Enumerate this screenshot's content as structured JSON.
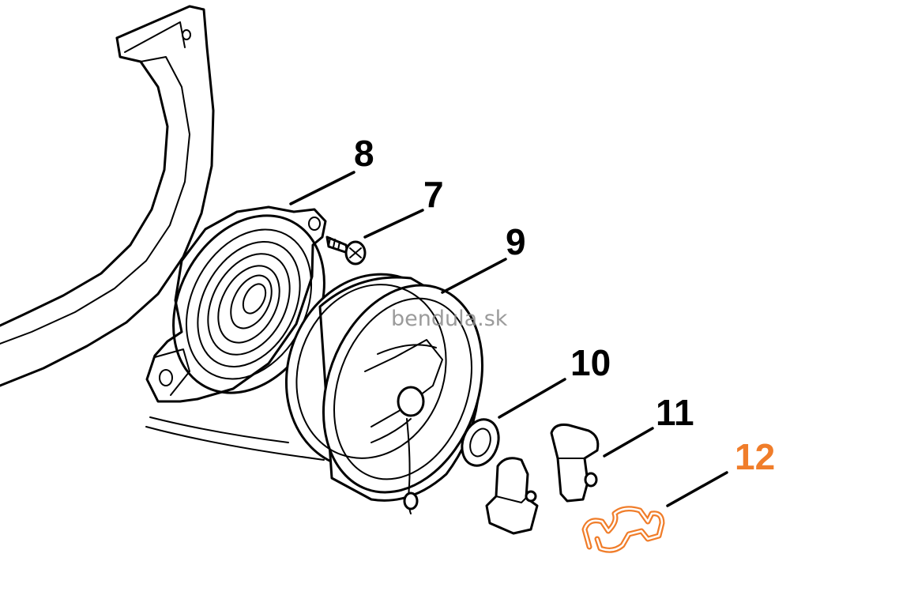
{
  "diagram": {
    "watermark": "bendula.sk",
    "highlight_color": "#f07d2a",
    "ink_color": "#000000",
    "parts": [
      {
        "id": "8",
        "label": "8",
        "highlighted": false
      },
      {
        "id": "7",
        "label": "7",
        "highlighted": false
      },
      {
        "id": "9",
        "label": "9",
        "highlighted": false
      },
      {
        "id": "10",
        "label": "10",
        "highlighted": false
      },
      {
        "id": "11",
        "label": "11",
        "highlighted": false
      },
      {
        "id": "12",
        "label": "12",
        "highlighted": true
      }
    ]
  }
}
